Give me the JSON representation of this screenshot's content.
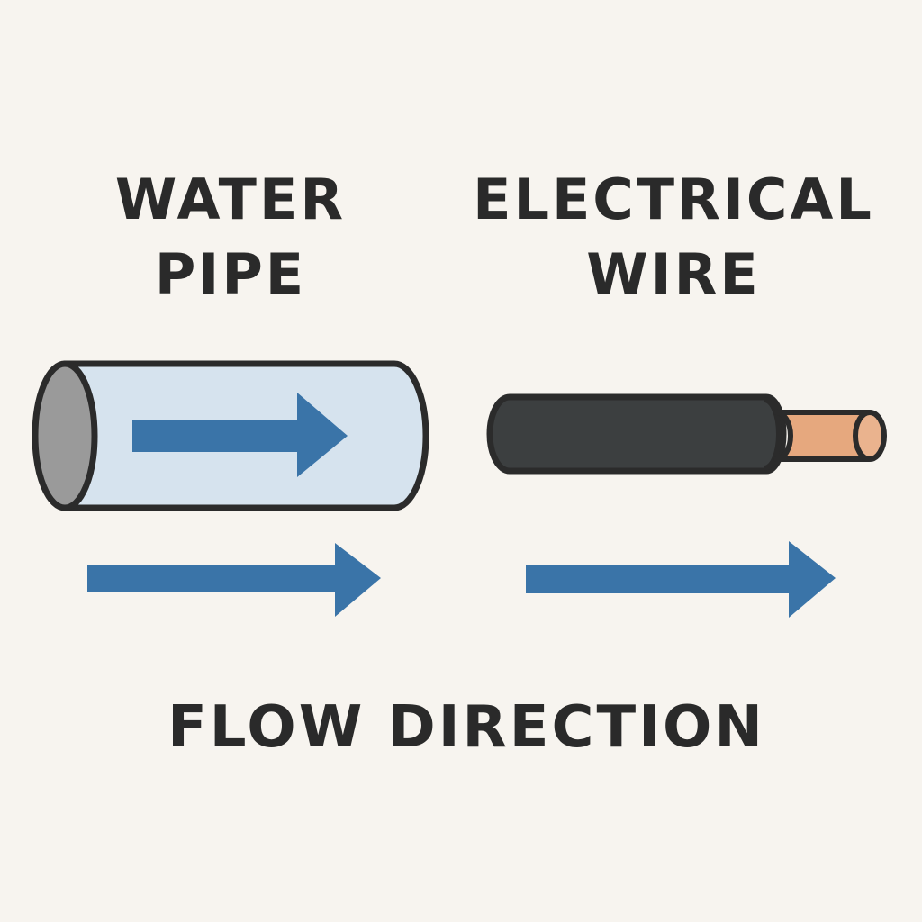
{
  "labels": {
    "water_pipe_line1": "WATER",
    "water_pipe_line2": "PIPE",
    "electrical_wire_line1": "ELECTRICAL",
    "electrical_wire_line2": "WIRE",
    "caption": "FLOW DIRECTION"
  },
  "colors": {
    "background": "#f7f4ef",
    "text": "#2a2a2a",
    "outline": "#2b2b2b",
    "pipe_body": "#d6e3ee",
    "pipe_end": "#9a9a9a",
    "arrow": "#3a74a8",
    "wire_insulation": "#3c3f40",
    "copper": "#e6a87e",
    "copper_end": "#eab38e"
  },
  "icons": [
    "water-pipe-icon",
    "electrical-wire-icon",
    "arrow-right-icon"
  ]
}
